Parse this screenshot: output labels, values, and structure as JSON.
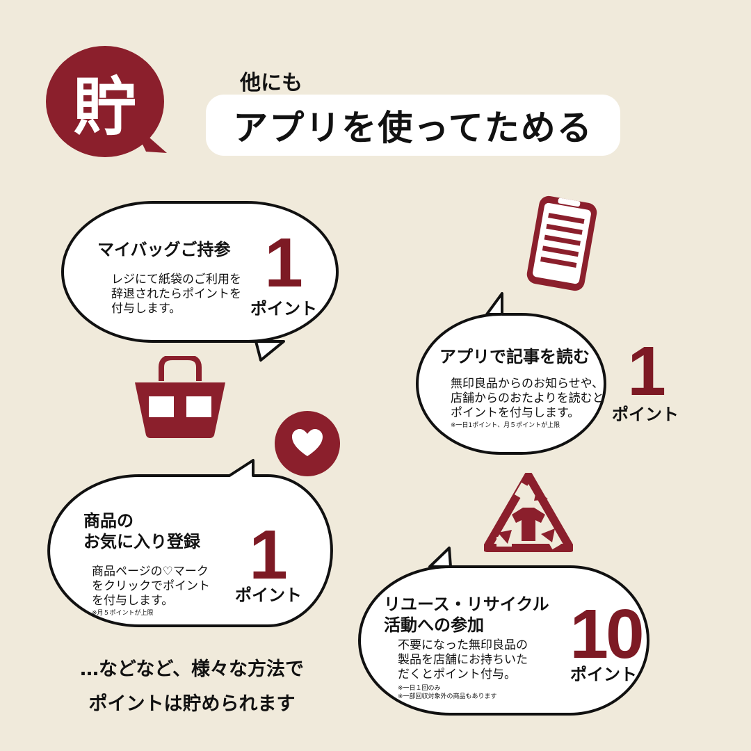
{
  "header": {
    "badge": "貯",
    "sub": "他にも",
    "title": "アプリを使ってためる"
  },
  "colors": {
    "accent": "#8b1f2c",
    "background": "#f0eadb"
  },
  "cards": [
    {
      "title": "マイバッグご持参",
      "desc": [
        "レジにて紙袋のご利用を",
        "辞退されたらポイントを",
        "付与します。"
      ],
      "points": "1",
      "points_label": "ポイント",
      "icon": "shopping-bag-icon"
    },
    {
      "title": "アプリで記事を読む",
      "desc": [
        "無印良品からのお知らせや、",
        "店舗からのおたよりを読むと",
        "ポイントを付与します。"
      ],
      "note": "※一日1ポイント、月５ポイントが上限",
      "points": "1",
      "points_label": "ポイント",
      "icon": "smartphone-icon"
    },
    {
      "title_lines": [
        "商品の",
        "お気に入り登録"
      ],
      "desc": [
        "商品ページの♡マーク",
        "をクリックでポイント",
        "を付与します。"
      ],
      "note": "※月５ポイントが上限",
      "points": "1",
      "points_label": "ポイント",
      "icon": "heart-icon"
    },
    {
      "title_lines": [
        "リユース・リサイクル",
        "活動への参加"
      ],
      "desc": [
        "不要になった無印良品の",
        "製品を店舗にお持ちいた",
        "だくとポイント付与。"
      ],
      "notes": [
        "※一日１回のみ",
        "※一部回収対象外の商品もあります"
      ],
      "points": "10",
      "points_label": "ポイント",
      "icon": "recycle-shirt-icon"
    }
  ],
  "footer": [
    "…などなど、様々な方法で",
    "ポイントは貯められます"
  ]
}
